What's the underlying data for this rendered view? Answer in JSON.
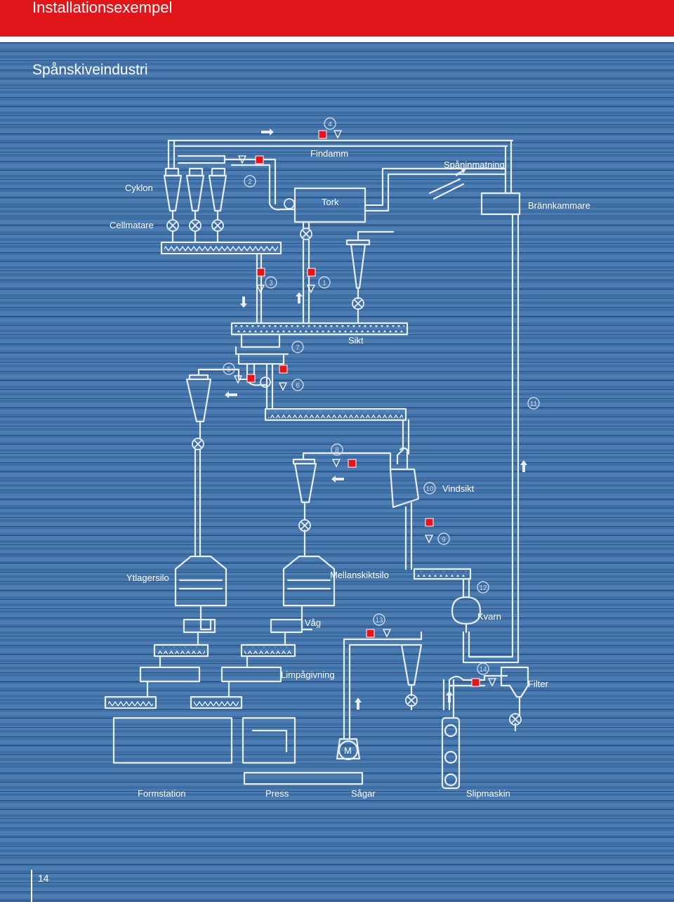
{
  "header": {
    "title": "Installationsexempel"
  },
  "page": {
    "subtitle": "Spånskiveindustri",
    "number": "14"
  },
  "labels": {
    "cyklon": "Cyklon",
    "cellmatare": "Cellmatare",
    "findamm": "Findamm",
    "tork": "Tork",
    "spaninmatning": "Spåninmatning",
    "brannkammare": "Brännkammare",
    "sikt": "Sikt",
    "vindsikt": "Vindsikt",
    "ytlagersilo": "Ytlagersilo",
    "mellanskiktsilo": "Mellanskiktsilo",
    "vag": "Våg",
    "kvarn": "Kvarn",
    "limpagivning": "Limpågivning",
    "filter": "Filter",
    "formstation": "Formstation",
    "press": "Press",
    "sagar": "Sågar",
    "slipmaskin": "Slipmaskin",
    "motor": "M"
  },
  "markers": [
    "1",
    "2",
    "3",
    "4",
    "5",
    "6",
    "7",
    "8",
    "9",
    "10",
    "11",
    "12",
    "13",
    "14"
  ],
  "colors": {
    "header": "#e0161b",
    "background": "#3a6ea5",
    "line": "#e8eef6",
    "marker_red": "#e8141c"
  }
}
